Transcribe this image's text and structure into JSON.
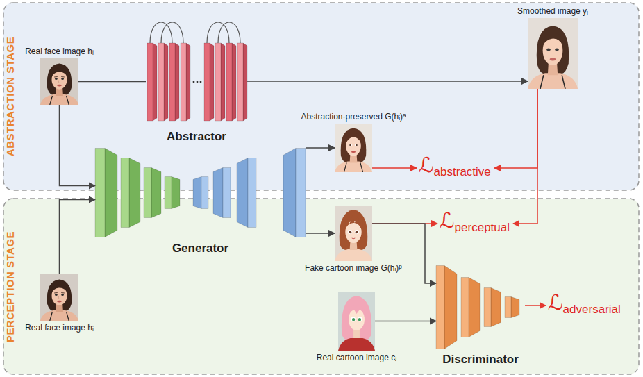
{
  "diagram": {
    "nodes": [
      {
        "text": [
          "ABSTRACTION STAGE"
        ]
      },
      {
        "text": [
          "Real face image hᵢ"
        ],
        "in": 0
      },
      {
        "text": [
          "Abstractor"
        ],
        "in": 0
      },
      {
        "text": [
          "Smoothed image yᵢ"
        ],
        "in": 0
      },
      {
        "text": [
          "Abstraction-preserved G(hᵢ)ᵃ"
        ],
        "in": 0
      },
      {
        "text": [
          "ℒabstractive"
        ],
        "in": 0
      },
      {
        "text": [
          "PERCEPTION STAGE"
        ]
      },
      {
        "text": [
          "Real face image hᵢ"
        ],
        "in": 6
      },
      {
        "text": [
          "Generator"
        ]
      },
      {
        "text": [
          "Fake cartoon image G(hᵢ)ᵖ"
        ],
        "in": 6
      },
      {
        "text": [
          "ℒperceptual"
        ],
        "in": 6
      },
      {
        "text": [
          "Real cartoon image cⱼ"
        ],
        "in": 6
      },
      {
        "text": [
          "Discriminator"
        ],
        "in": 6
      },
      {
        "text": [
          "ℒadversarial"
        ],
        "in": 6
      }
    ],
    "edges": [
      {
        "from": 1,
        "to": 2,
        "arrow": "none"
      },
      {
        "from": 2,
        "to": 3,
        "arrow": "to"
      },
      {
        "from": 1,
        "to": 8,
        "arrow": "to"
      },
      {
        "from": 7,
        "to": 8,
        "arrow": "to"
      },
      {
        "from": 8,
        "to": 4,
        "arrow": "to"
      },
      {
        "from": 8,
        "to": 9,
        "arrow": "to"
      },
      {
        "from": 4,
        "to": 5,
        "arrow": "to"
      },
      {
        "from": 3,
        "to": 5,
        "arrow": "to"
      },
      {
        "from": 3,
        "to": 10,
        "arrow": "to"
      },
      {
        "from": 9,
        "to": 10,
        "arrow": "to"
      },
      {
        "from": 9,
        "to": 12,
        "arrow": "to"
      },
      {
        "from": 11,
        "to": 12,
        "arrow": "to"
      },
      {
        "from": 12,
        "to": 13,
        "arrow": "to"
      }
    ]
  }
}
